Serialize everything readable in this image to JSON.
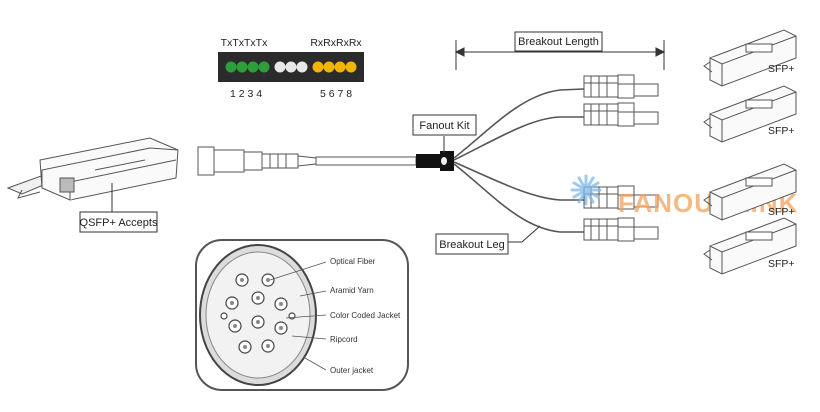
{
  "pin_header": {
    "tx_label": "TxTxTxTx",
    "rx_label": "RxRxRxRx",
    "tx_numbers": "1 2 3 4",
    "rx_numbers": "5 6 7 8",
    "colors": {
      "bar": "#2b2b2b",
      "tx": "#2e9e3a",
      "middle": "#e8e8e8",
      "rx": "#f2b400"
    }
  },
  "labels": {
    "breakout_length": "Breakout Length",
    "fanout_kit": "Fanout Kit",
    "breakout_leg": "Breakout Leg",
    "qsfp_accepts": "QSFP+ Accepts"
  },
  "sfp_modules": [
    "SFP+",
    "SFP+",
    "SFP+",
    "SFP+"
  ],
  "cross_section": {
    "labels": [
      "Optical Fiber",
      "Aramid Yarn",
      "Color Coded Jacket",
      "Ripcord",
      "Outer jacket"
    ]
  },
  "watermark": {
    "text": "FANOUALINK",
    "color": "#f5a25a"
  }
}
